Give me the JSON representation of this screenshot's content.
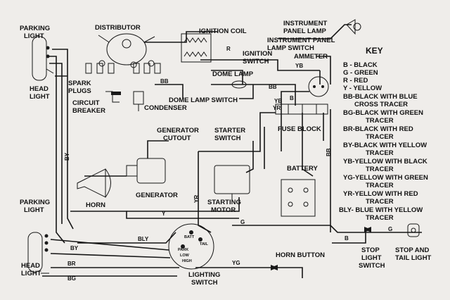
{
  "labels": {
    "parking_light_top_1": "PARKING",
    "parking_light_top_2": "LIGHT",
    "head_light_top_1": "HEAD",
    "head_light_top_2": "LIGHT",
    "distributor": "DISTRIBUTOR",
    "spark_plugs_1": "SPARK",
    "spark_plugs_2": "PLUGS",
    "circuit_breaker_1": "CIRCUIT",
    "circuit_breaker_2": "BREAKER",
    "condenser": "CONDENSER",
    "ignition_coil": "IGNITION COIL",
    "instrument_panel_lamp_1": "INSTRUMENT",
    "instrument_panel_lamp_2": "PANEL LAMP",
    "instrument_panel_lamp_switch_1": "INSTRUMENT PANEL",
    "instrument_panel_lamp_switch_2": "LAMP SWITCH",
    "ignition_switch_1": "IGNITION",
    "ignition_switch_2": "SWITCH",
    "ammeter": "AMMETER",
    "dome_lamp": "DOME LAMP",
    "dome_lamp_switch": "DOME LAMP SWITCH",
    "fuse_block": "FUSE BLOCK",
    "generator_cutout_1": "GENERATOR",
    "generator_cutout_2": "CUTOUT",
    "starter_switch_1": "STARTER",
    "starter_switch_2": "SWITCH",
    "generator": "GENERATOR",
    "horn": "HORN",
    "starting_motor_1": "STARTING",
    "starting_motor_2": "MOTOR",
    "battery": "BATTERY",
    "parking_light_bottom_1": "PARKING",
    "parking_light_bottom_2": "LIGHT",
    "head_light_bottom_1": "HEAD",
    "head_light_bottom_2": "LIGHT",
    "lighting_switch_1": "LIGHTING",
    "lighting_switch_2": "SWITCH",
    "horn_button": "HORN BUTTON",
    "stop_light_switch_1": "STOP",
    "stop_light_switch_2": "LIGHT",
    "stop_light_switch_3": "SWITCH",
    "stop_tail_light_1": "STOP AND",
    "stop_tail_light_2": "TAIL LIGHT",
    "batt": "BATT",
    "tail": "TAIL",
    "park": "PARK",
    "low": "LOW",
    "high": "HIGH"
  },
  "wire_codes": {
    "r": "R",
    "yb_ign": "YB",
    "bb_top": "BB",
    "bb_dome": "BB",
    "yb_fuse": "YB",
    "yr_fuse": "YR",
    "b_fuse": "B",
    "by_left": "BY",
    "yr_mid": "YR",
    "y_gen": "Y",
    "g_mid": "G",
    "bb_right": "BB",
    "bly": "BLY",
    "by_bottom": "BY",
    "br_bottom": "BR",
    "bg_bottom": "BG",
    "yg": "YG",
    "b_stop": "B",
    "g_stop": "G"
  },
  "key": {
    "title": "KEY",
    "entries": [
      "B - BLACK",
      "G - GREEN",
      "R - RED",
      "Y - YELLOW",
      "BB-BLACK WITH BLUE",
      "CROSS TRACER",
      "BG-BLACK WITH GREEN",
      "TRACER",
      "BR-BLACK WITH RED",
      "TRACER",
      "BY-BLACK WITH YELLOW",
      "TRACER",
      "YB-YELLOW WITH BLACK",
      "TRACER",
      "YG-YELLOW WITH GREEN",
      "TRACER",
      "YR-YELLOW WITH RED",
      "TRACER",
      "BLY- BLUE WITH YELLOW",
      "TRACER"
    ]
  }
}
